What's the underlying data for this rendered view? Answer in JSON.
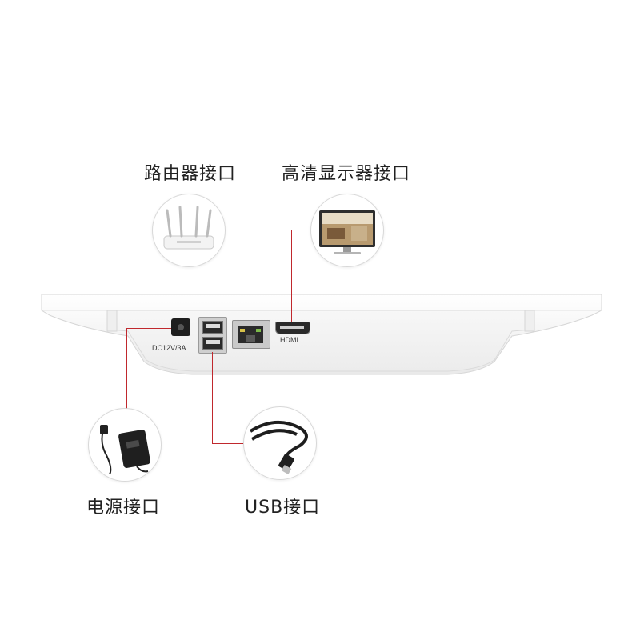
{
  "callouts": {
    "router": {
      "label": "路由器接口",
      "icon": "router-icon"
    },
    "display": {
      "label": "高清显示器接口",
      "icon": "monitor-icon"
    },
    "power": {
      "label": "电源接口",
      "icon": "power-adapter-icon"
    },
    "usb": {
      "label": "USB接口",
      "icon": "usb-cable-icon"
    }
  },
  "ports": {
    "dc_label": "DC12V/3A",
    "hdmi_label": "HDMI"
  },
  "colors": {
    "leader_line": "#c0282d",
    "device_body": "#f4f4f4",
    "background": "#ffffff"
  }
}
